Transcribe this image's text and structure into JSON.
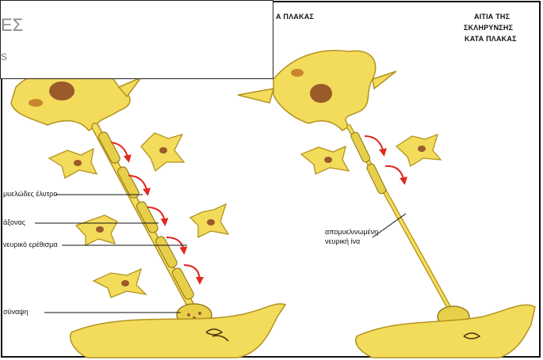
{
  "overlay_box": {
    "title_fragment": "ΕΣ",
    "subtitle_fragment": "s"
  },
  "headers": {
    "left": "Α ΠΛΑΚΑΣ",
    "right_line1": "ΑΙΤΙΑ ΤΗΣ",
    "right_line2": "ΣΚΛΗΡΥΝΣΗΣ",
    "right_line3": "ΚΑΤΑ ΠΛΑΚΑΣ"
  },
  "labels": {
    "myelin": "μυελώδες έλυτρο",
    "axon": "άξονας",
    "impulse": "νευρικό ερέθισμα",
    "synapse": "σύναψη",
    "demyelinated_line1": "απομυελινωμένη",
    "demyelinated_line2": "νευρική ίνα"
  },
  "colors": {
    "cell_fill": "#f3dc5c",
    "cell_stroke": "#b3921e",
    "nucleus": "#9a5a2a",
    "arrow": "#e0281e",
    "line": "#111111"
  }
}
